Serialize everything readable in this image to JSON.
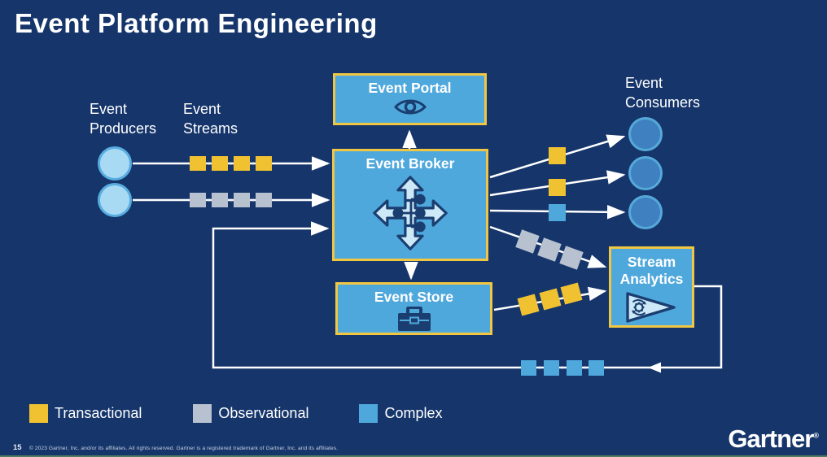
{
  "title": "Event Platform Engineering",
  "labels": {
    "producers": "Event Producers",
    "streams": "Event Streams",
    "consumers": "Event Consumers"
  },
  "nodes": {
    "portal": {
      "label": "Event Portal",
      "icon": "eye-icon"
    },
    "broker": {
      "label": "Event Broker",
      "icon": "four-way-route-icon"
    },
    "store": {
      "label": "Event Store",
      "icon": "briefcase-icon"
    },
    "analytics": {
      "label": "Stream Analytics",
      "icon": "pennant-gear-icon"
    }
  },
  "legend": {
    "items": [
      {
        "label": "Transactional",
        "color": "#F0C232"
      },
      {
        "label": "Observational",
        "color": "#B7C1CF"
      },
      {
        "label": "Complex",
        "color": "#4FA8DC"
      }
    ]
  },
  "footer": {
    "page_number": "15",
    "copyright": "© 2023 Gartner, Inc. and/or its affiliates. All rights reserved. Gartner is a registered trademark of Gartner, Inc. and its affiliates.",
    "brand": "Gartner",
    "registered_mark": "®"
  },
  "colors": {
    "background": "#15356B",
    "node_fill": "#4FA8DC",
    "node_border": "#F0C643",
    "icon_navy": "#1B3E71",
    "icon_light": "#CDE9F7",
    "arrow": "#FFFFFF",
    "producer_circle": "#A9DAF4",
    "consumer_circle": "#3E80C0",
    "transactional": "#F0C232",
    "observational": "#B7C1CF",
    "complex": "#4FA8DC"
  }
}
